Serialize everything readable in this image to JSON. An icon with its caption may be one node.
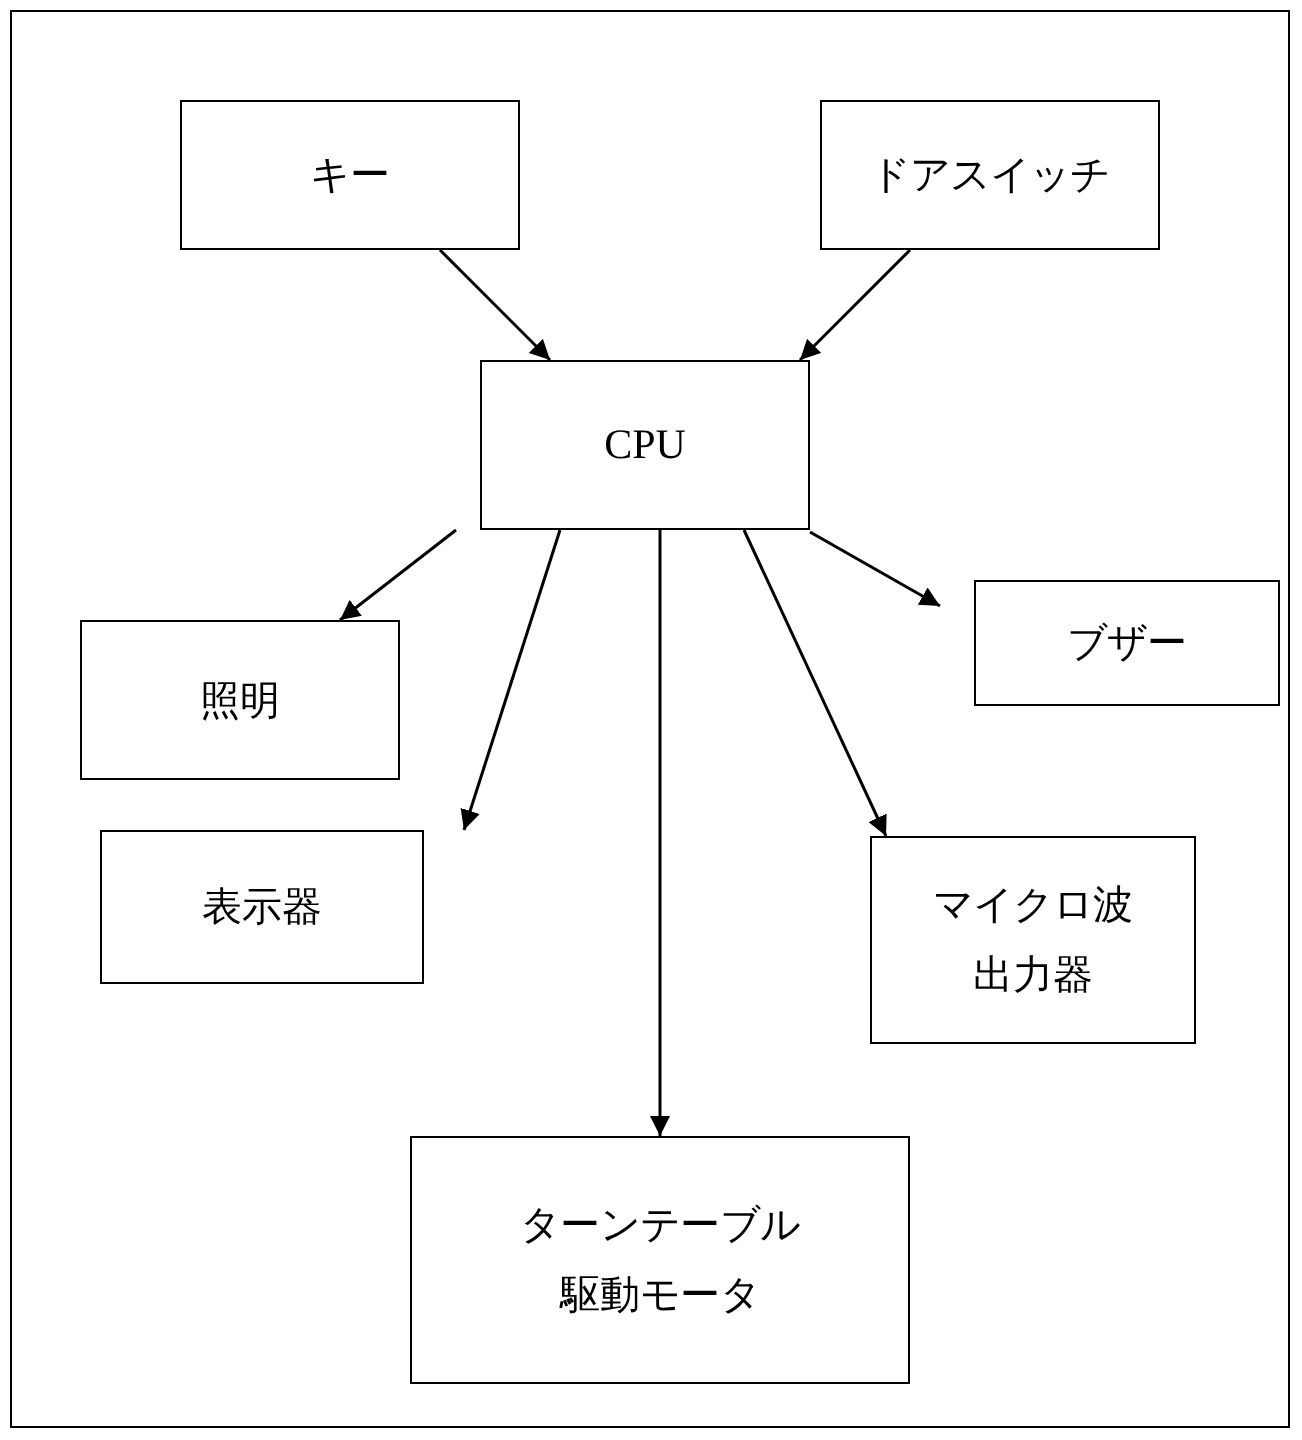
{
  "diagram": {
    "nodes": [
      {
        "text": [
          "キー"
        ]
      },
      {
        "text": [
          "ドアスイッチ"
        ]
      },
      {
        "text": [
          "CPU"
        ]
      },
      {
        "text": [
          "照明"
        ]
      },
      {
        "text": [
          "ブザー"
        ]
      },
      {
        "text": [
          "表示器"
        ]
      },
      {
        "text": [
          "マイクロ波出力器"
        ]
      },
      {
        "text": [
          "ターンテーブル駆動モータ"
        ]
      }
    ],
    "edges": [
      {
        "from": 0,
        "to": 2,
        "arrow": "to"
      },
      {
        "from": 1,
        "to": 2,
        "arrow": "to"
      },
      {
        "from": 2,
        "to": 3,
        "arrow": "to"
      },
      {
        "from": 2,
        "to": 4,
        "arrow": "to"
      },
      {
        "from": 2,
        "to": 5,
        "arrow": "to"
      },
      {
        "from": 2,
        "to": 6,
        "arrow": "to"
      },
      {
        "from": 2,
        "to": 7,
        "arrow": "to"
      }
    ]
  }
}
